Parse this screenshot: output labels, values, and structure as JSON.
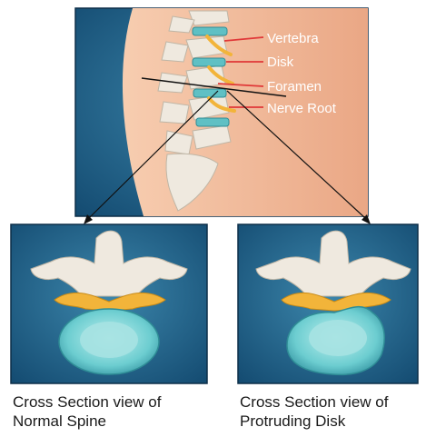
{
  "labels": {
    "vertebra": "Vertebra",
    "disk": "Disk",
    "foramen": "Foramen",
    "nerve_root": "Nerve Root"
  },
  "captions": {
    "normal_line1": "Cross Section view of",
    "normal_line2": "Normal Spine",
    "protruding_line1": "Cross Section view of",
    "protruding_line2": "Protruding Disk"
  },
  "colors": {
    "panel_bg": "#1f5f88",
    "skin": "#f2b998",
    "bone": "#efe9df",
    "disk": "#5fc0c4",
    "nerve": "#f2b43a",
    "label_line": "#e03838",
    "label_text": "#ffffff"
  }
}
